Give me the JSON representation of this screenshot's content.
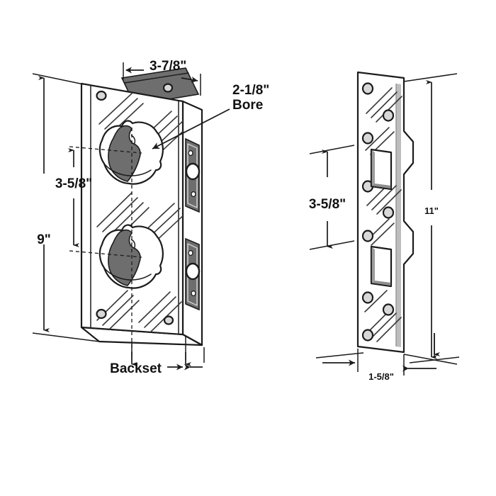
{
  "figure": {
    "title": "Door Lock Wrap Plate and Strike Plate Dimensions",
    "background_color": "#ffffff",
    "line_color": "#1b1b1b",
    "shade_color": "#6e6e6e"
  },
  "left_view": {
    "name": "wrap-plate-3d-view",
    "dimensions": {
      "width_top": "3-7/8\"",
      "height_overall": "9\"",
      "hole_spacing": "3-5/8\"",
      "backset": "Backset"
    },
    "callouts": {
      "bore": "2-1/8\"\nBore",
      "bore_line1": "2-1/8\"",
      "bore_line2": "Bore"
    },
    "features": {
      "bore_holes": 2,
      "latch_plates": 2,
      "corner_screw_holes": 4
    }
  },
  "right_view": {
    "name": "strike-plate-view",
    "dimensions": {
      "height_overall": "11\"",
      "cutout_spacing": "3-5/8\"",
      "width": "1-5/8\""
    },
    "features": {
      "screw_holes": 8,
      "cutouts": 2
    }
  },
  "labels": {
    "w_3_7_8": "3-7/8\"",
    "bore_dim": "2-1/8\"",
    "bore_word": "Bore",
    "h_9": "9\"",
    "spacing_3_5_8": "3-5/8\"",
    "backset": "Backset",
    "spacing_right_3_5_8": "3-5/8\"",
    "h_11": "11\"",
    "w_1_5_8": "1-5/8\""
  }
}
